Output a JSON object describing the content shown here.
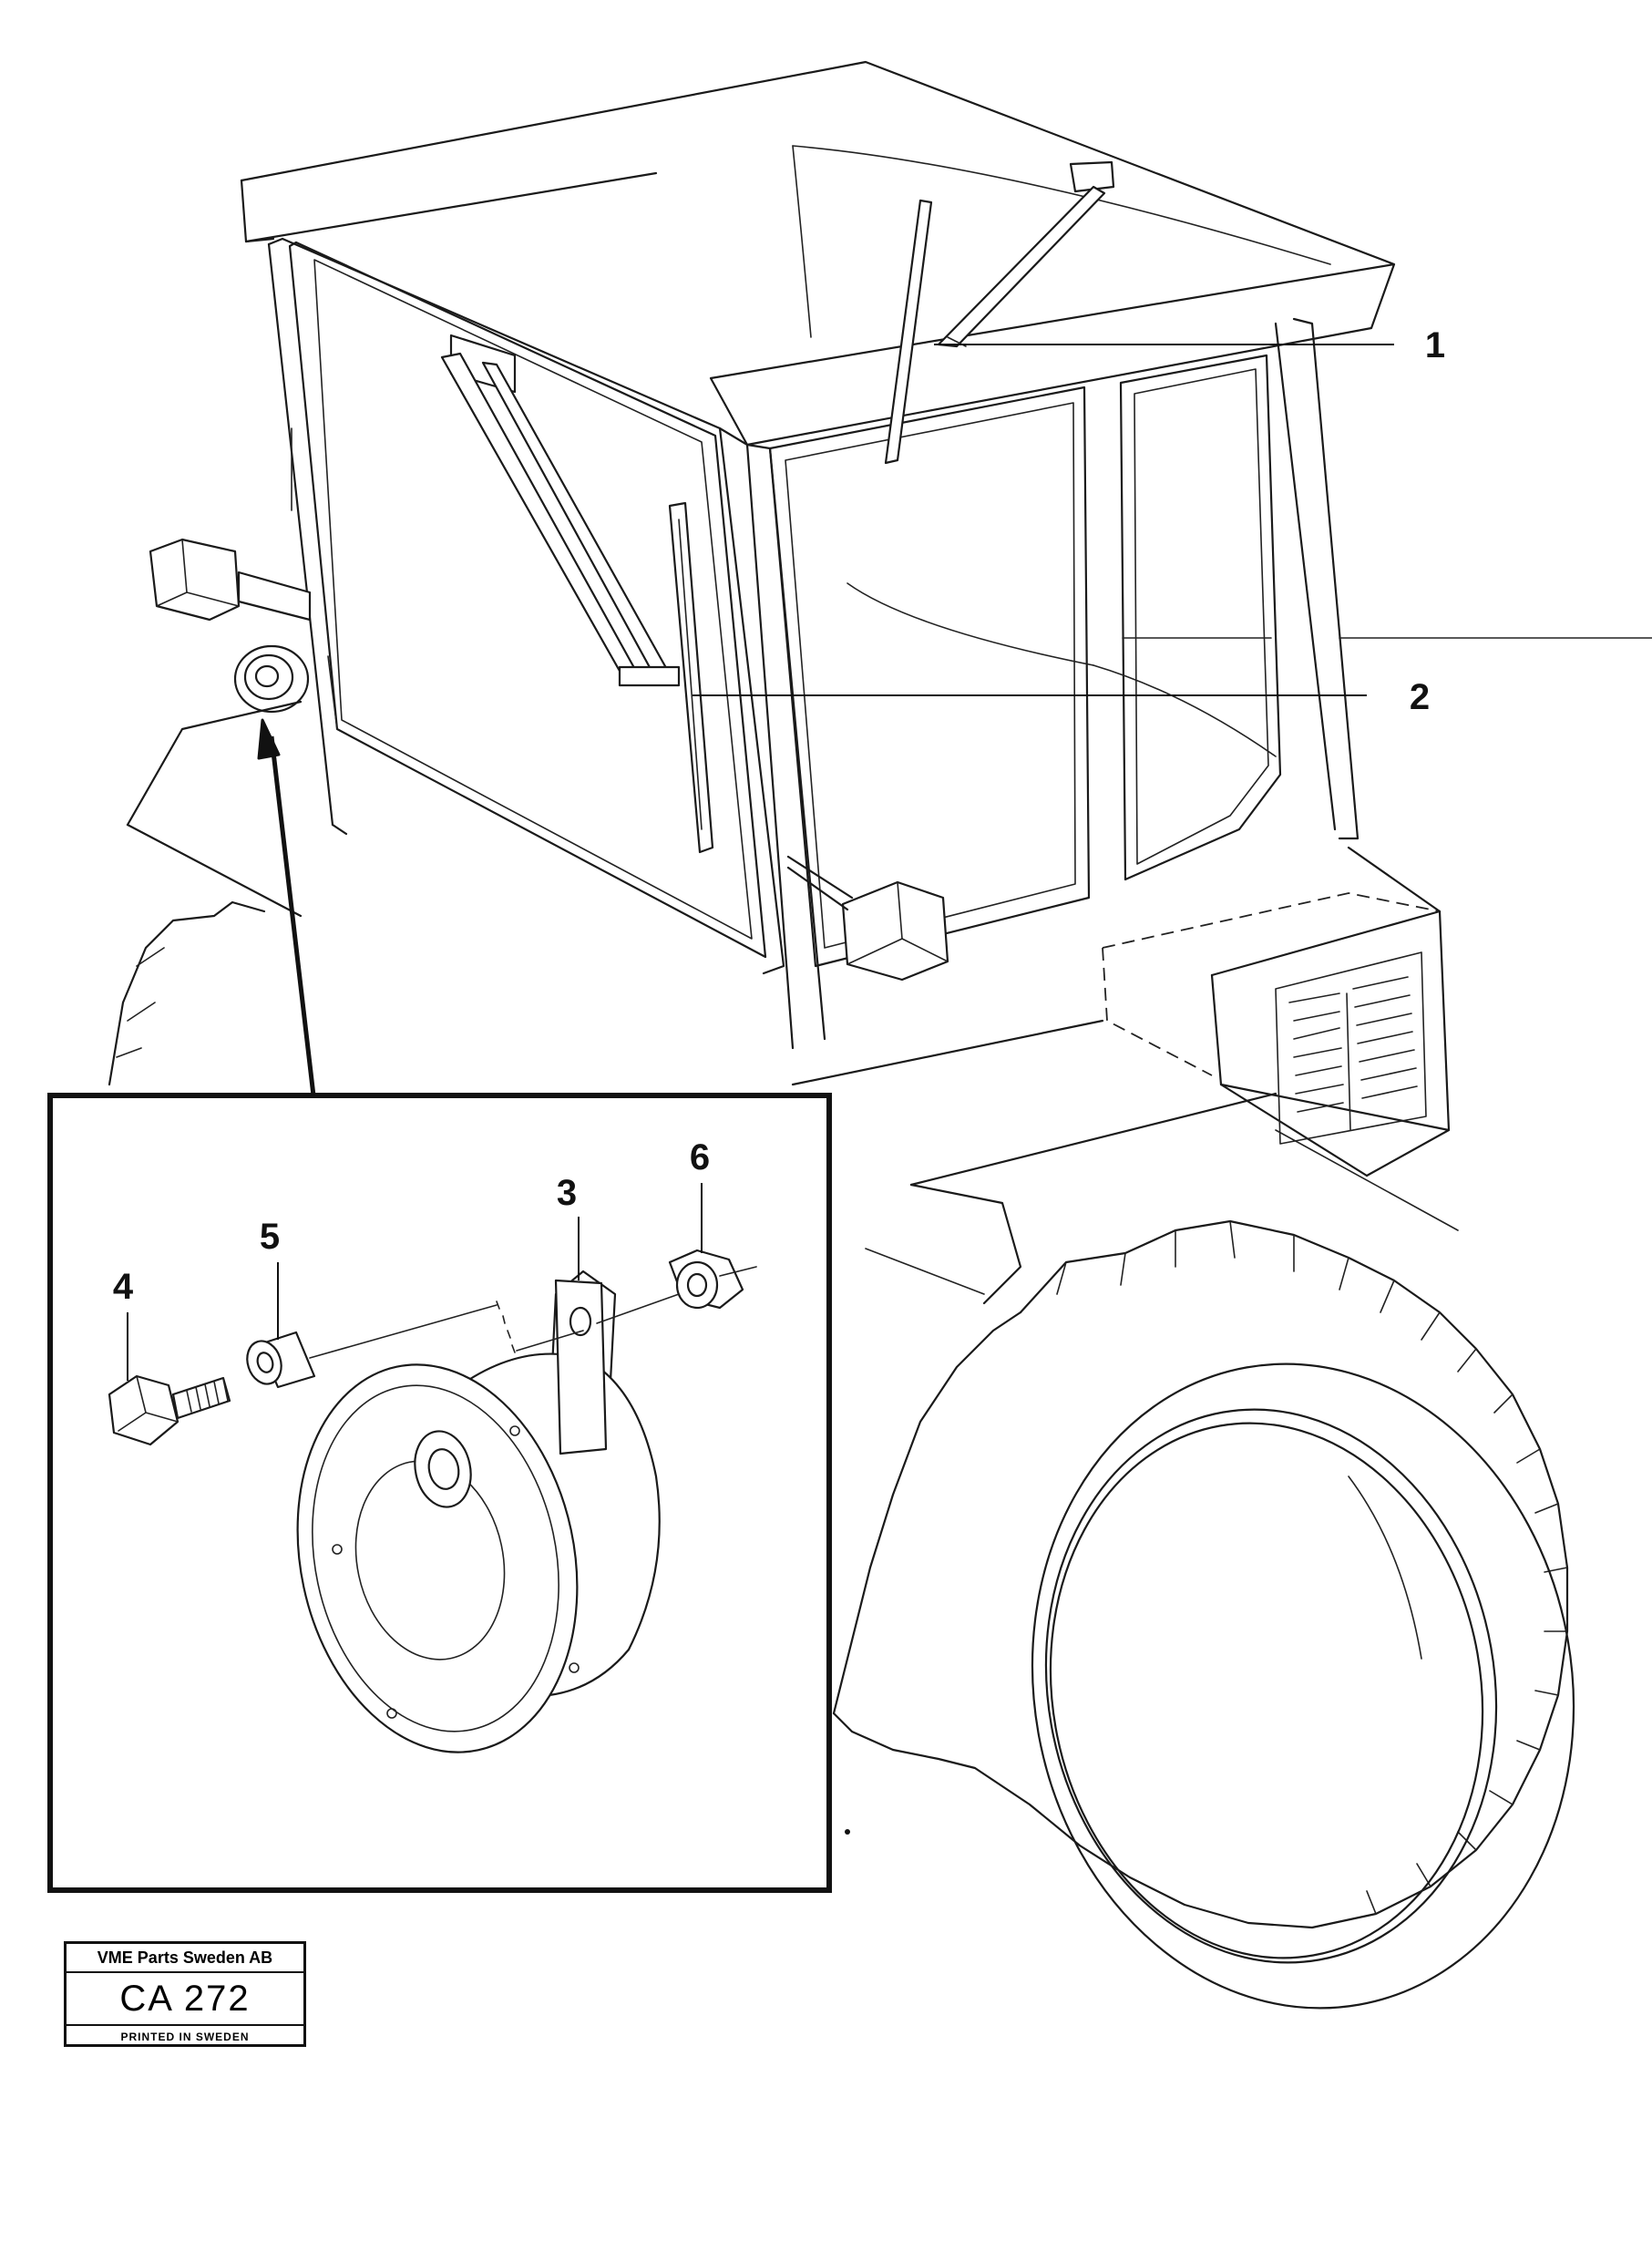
{
  "callouts": {
    "c1": "1",
    "c2": "2",
    "c3": "3",
    "c4": "4",
    "c5": "5",
    "c6": "6"
  },
  "stamp": {
    "company": "VME Parts Sweden AB",
    "code": "CA 272",
    "printed": "PRINTED IN SWEDEN"
  }
}
